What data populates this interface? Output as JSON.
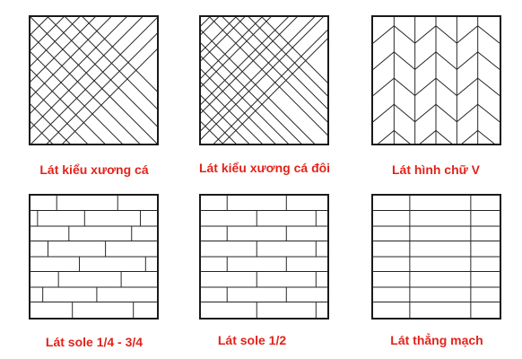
{
  "colors": {
    "caption": "#e2231a",
    "line": "#222222",
    "background": "#ffffff"
  },
  "patterns": [
    {
      "id": "herringbone",
      "label": "Lát kiểu xương cá"
    },
    {
      "id": "double-herringbone",
      "label": "Lát kiểu xương cá đôi"
    },
    {
      "id": "chevron",
      "label": "Lát hình chữ V"
    },
    {
      "id": "quarter-offset",
      "label": "Lát sole 1/4 - 3/4"
    },
    {
      "id": "half-offset",
      "label": "Lát sole 1/2"
    },
    {
      "id": "straight",
      "label": "Lát thẳng mạch"
    }
  ]
}
